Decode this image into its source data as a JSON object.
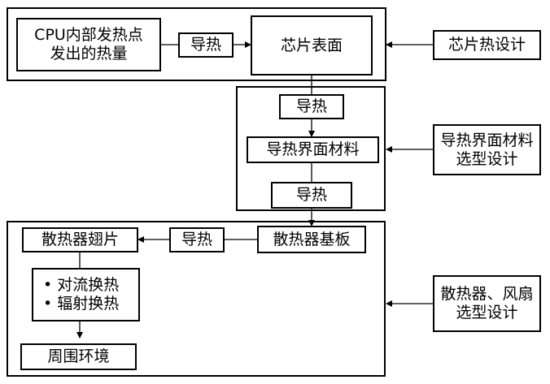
{
  "chip_group": {
    "cpu_heat_source": [
      "CPU内部发热点",
      "发出的热量"
    ],
    "conduction_label": "导热",
    "chip_surface": "芯片表面"
  },
  "tim_group": {
    "conduction_top": "导热",
    "tim_material": "导热界面材料",
    "conduction_bottom": "导热"
  },
  "heatsink_group": {
    "heatsink_base": "散热器基板",
    "conduction_label": "导热",
    "heatsink_fins": "散热器翅片",
    "heat_transfer_modes": [
      "对流换热",
      "辐射换热"
    ],
    "ambient": "周围环境"
  },
  "design_labels": {
    "chip_thermal_design": "芯片热设计",
    "tim_selection_design": [
      "导热界面材料",
      "选型设计"
    ],
    "heatsink_fan_selection_design": [
      "散热器、风扇",
      "选型设计"
    ]
  }
}
